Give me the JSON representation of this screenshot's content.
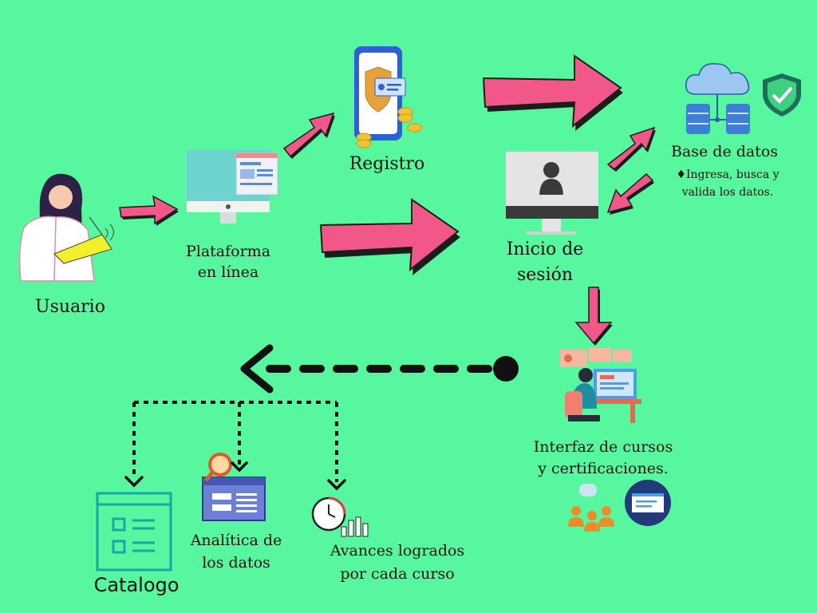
{
  "nodes": {
    "usuario": "Usuario",
    "plataforma": [
      "Plataforma",
      "en línea"
    ],
    "registro": "Registro",
    "inicio": [
      "Inicio de",
      "sesión"
    ],
    "base_datos": {
      "title": "Base de datos",
      "note": [
        "♦Ingresa, busca y",
        "valida los datos."
      ]
    },
    "interfaz": [
      "Interfaz de cursos",
      "y certificaciones."
    ],
    "catalogo": "Catalogo",
    "analitica": [
      "Analítica de",
      "los datos"
    ],
    "avances": [
      "Avances logrados",
      "por cada curso"
    ]
  },
  "colors": {
    "background": "#56f79e",
    "arrow_fill": "#f2578a",
    "arrow_shadow": "#1c1c1c",
    "dotted": "#111111",
    "catalog_icon": "#1aa6a6",
    "analytics_icon": "#5b6ec9"
  },
  "icons": [
    "woman-laptop-icon",
    "monitor-icon",
    "phone-shield-icon",
    "user-monitor-icon",
    "cloud-database-icon",
    "shield-check-icon",
    "person-desk-icon",
    "people-group-icon",
    "certificate-icon",
    "catalog-icon",
    "analytics-icon",
    "stopwatch-chart-icon"
  ]
}
